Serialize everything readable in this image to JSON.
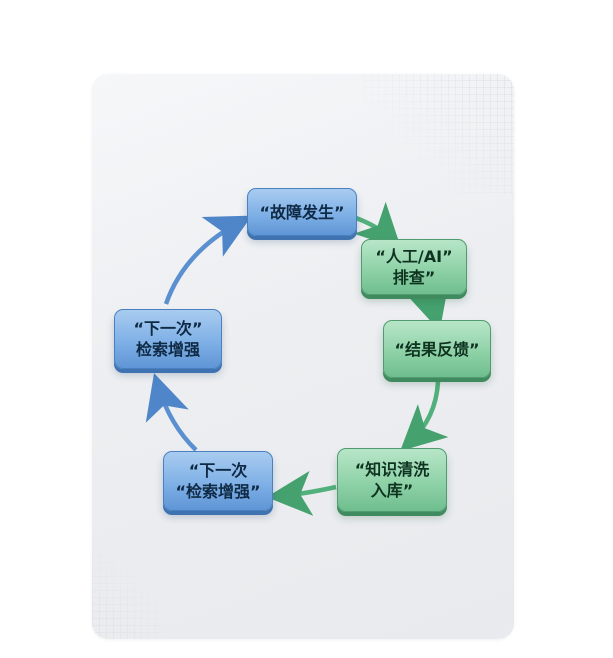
{
  "diagram": {
    "nodes": [
      {
        "id": "n1",
        "text": "“故障发生”",
        "color": "blue"
      },
      {
        "id": "n2",
        "text": "“人工/AI”\n排查”",
        "color": "green"
      },
      {
        "id": "n3",
        "text": "“结果反馈”",
        "color": "green"
      },
      {
        "id": "n4",
        "text": "“知识清洗\n入库”",
        "color": "green"
      },
      {
        "id": "n5",
        "text": "“下一次\n“检索增强”",
        "color": "blue"
      },
      {
        "id": "n6",
        "text": "“下一次”\n检索增强",
        "color": "blue"
      }
    ],
    "edges": [
      {
        "from": "n1",
        "to": "n2",
        "color": "green"
      },
      {
        "from": "n2",
        "to": "n3",
        "color": "green"
      },
      {
        "from": "n3",
        "to": "n4",
        "color": "green"
      },
      {
        "from": "n4",
        "to": "n5",
        "color": "green"
      },
      {
        "from": "n5",
        "to": "n6",
        "color": "blue"
      },
      {
        "from": "n6",
        "to": "n1",
        "color": "blue"
      }
    ],
    "colors": {
      "blue_node": "#7fb0e6",
      "green_node": "#8fd2a8",
      "blue_arrow": "#5a8fd0",
      "green_arrow": "#4fae78"
    }
  }
}
